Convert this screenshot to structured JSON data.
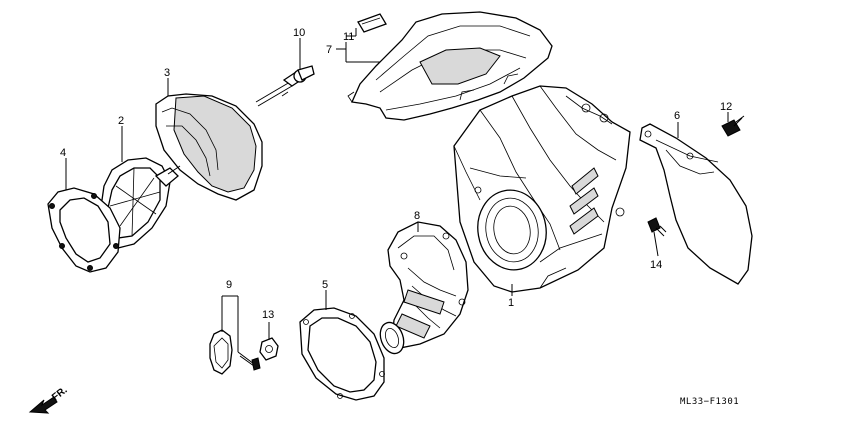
{
  "diagram": {
    "code": "ML33−F1301",
    "direction_label": "FR.",
    "part_labels": {
      "p1": "1",
      "p2": "2",
      "p3": "3",
      "p4": "4",
      "p5": "5",
      "p6": "6",
      "p7": "7",
      "p8": "8",
      "p9": "9",
      "p10": "10",
      "p11": "11",
      "p12": "12",
      "p13": "13",
      "p14": "14"
    }
  }
}
